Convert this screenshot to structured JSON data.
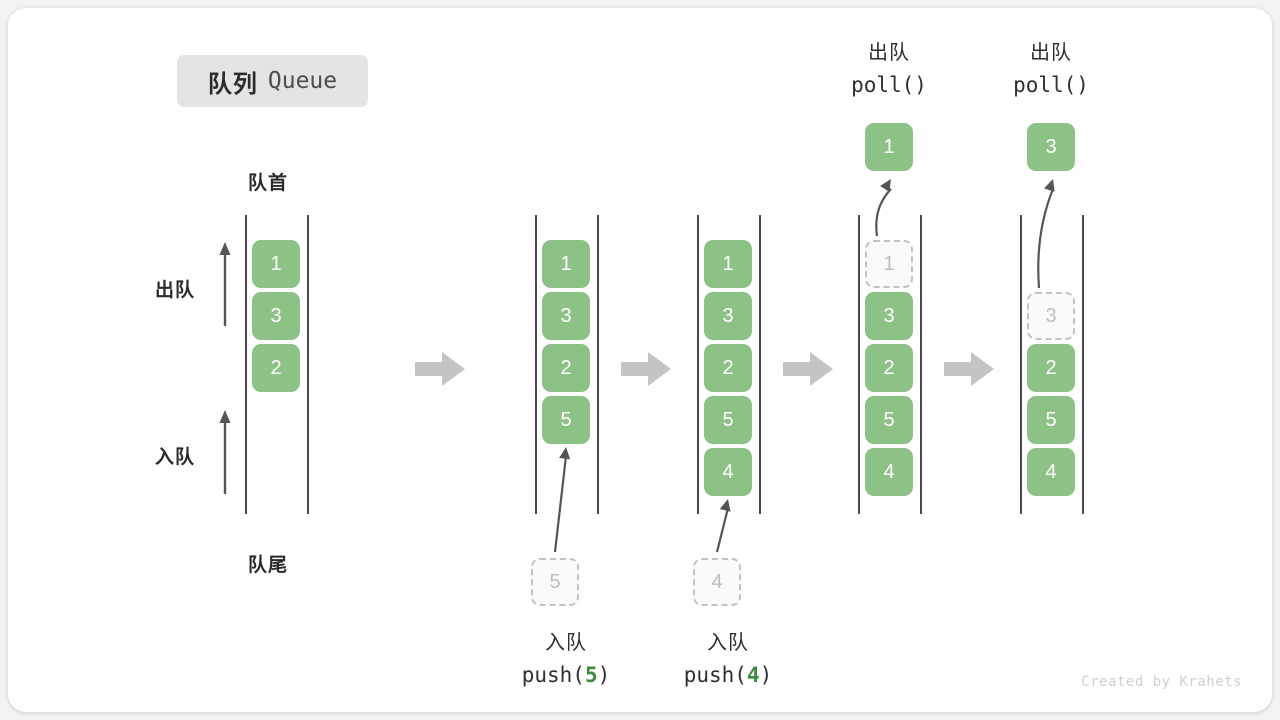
{
  "title": {
    "cn": "队列",
    "en": "Queue"
  },
  "annotations": {
    "head": "队首",
    "tail": "队尾",
    "dequeue_arrow": "出队",
    "enqueue_arrow": "入队"
  },
  "footer": "Created by Krahets",
  "colors": {
    "element_fill": "#8cc285",
    "element_text": "#ffffff",
    "ghost_fill": "#fafafa",
    "ghost_border": "#c2c2c2",
    "ghost_text": "#bdbdbd",
    "rail": "#4a4a4a",
    "arrow_gray": "#c4c4c4",
    "motion_arrow": "#555555",
    "code_accent": "#3d8b3d",
    "badge_bg": "#e4e4e4",
    "card_bg": "#ffffff",
    "page_bg": "#f2f2f2"
  },
  "steps": [
    {
      "name": "initial",
      "slots": [
        {
          "value": "1",
          "state": "filled"
        },
        {
          "value": "3",
          "state": "filled"
        },
        {
          "value": "2",
          "state": "filled"
        },
        {
          "value": "",
          "state": "empty"
        },
        {
          "value": "",
          "state": "empty"
        }
      ],
      "caption": null,
      "top_caption": null,
      "popped": null,
      "incoming": null
    },
    {
      "name": "push-5",
      "slots": [
        {
          "value": "1",
          "state": "filled"
        },
        {
          "value": "3",
          "state": "filled"
        },
        {
          "value": "2",
          "state": "filled"
        },
        {
          "value": "5",
          "state": "filled"
        },
        {
          "value": "",
          "state": "empty"
        }
      ],
      "caption": {
        "cn": "入队",
        "code_prefix": "push(",
        "code_num": "5",
        "code_suffix": ")"
      },
      "top_caption": null,
      "popped": null,
      "incoming": {
        "value": "5",
        "state": "ghost"
      }
    },
    {
      "name": "push-4",
      "slots": [
        {
          "value": "1",
          "state": "filled"
        },
        {
          "value": "3",
          "state": "filled"
        },
        {
          "value": "2",
          "state": "filled"
        },
        {
          "value": "5",
          "state": "filled"
        },
        {
          "value": "4",
          "state": "filled"
        }
      ],
      "caption": {
        "cn": "入队",
        "code_prefix": "push(",
        "code_num": "4",
        "code_suffix": ")"
      },
      "top_caption": null,
      "popped": null,
      "incoming": {
        "value": "4",
        "state": "ghost"
      }
    },
    {
      "name": "poll-1",
      "slots": [
        {
          "value": "1",
          "state": "ghost"
        },
        {
          "value": "3",
          "state": "filled"
        },
        {
          "value": "2",
          "state": "filled"
        },
        {
          "value": "5",
          "state": "filled"
        },
        {
          "value": "4",
          "state": "filled"
        }
      ],
      "caption": null,
      "top_caption": {
        "cn": "出队",
        "code_prefix": "poll(",
        "code_num": "",
        "code_suffix": ")"
      },
      "popped": {
        "value": "1",
        "state": "filled"
      },
      "incoming": null
    },
    {
      "name": "poll-3",
      "slots": [
        {
          "value": "",
          "state": "empty"
        },
        {
          "value": "3",
          "state": "ghost"
        },
        {
          "value": "2",
          "state": "filled"
        },
        {
          "value": "5",
          "state": "filled"
        },
        {
          "value": "4",
          "state": "filled"
        }
      ],
      "caption": null,
      "top_caption": {
        "cn": "出队",
        "code_prefix": "poll(",
        "code_num": "",
        "code_suffix": ")"
      },
      "popped": {
        "value": "3",
        "state": "filled"
      },
      "incoming": null
    }
  ]
}
